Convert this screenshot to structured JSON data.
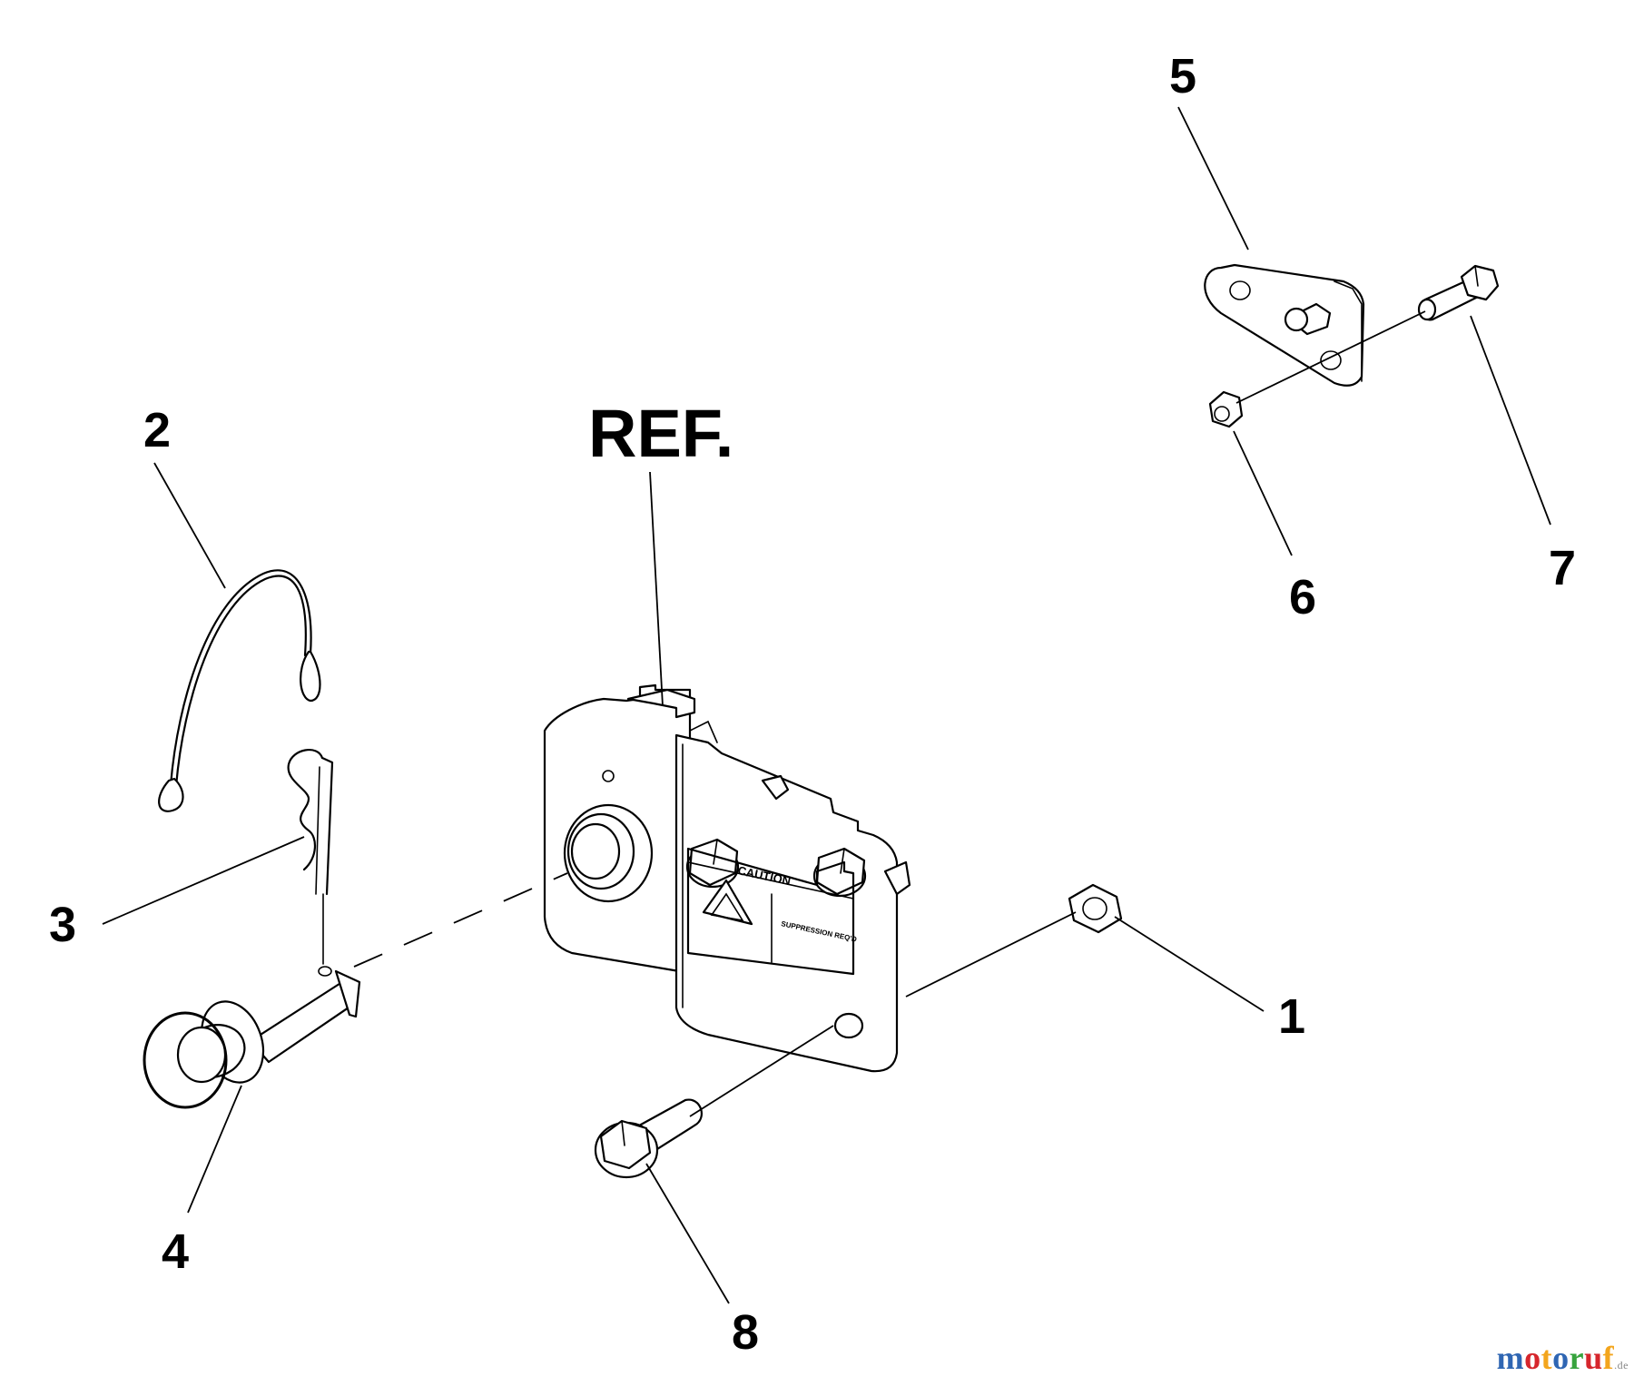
{
  "diagram": {
    "reference_label": "REF.",
    "callouts": [
      "1",
      "2",
      "3",
      "4",
      "5",
      "6",
      "7",
      "8"
    ],
    "decal": {
      "caution_text": "CAUTION",
      "fine_print": "SUPPRESSION REQ'D"
    }
  },
  "watermark": {
    "letters": [
      "m",
      "o",
      "t",
      "o",
      "r",
      "u",
      "f"
    ],
    "colors": [
      "#2f66b3",
      "#d6262c",
      "#f3a51d",
      "#2f66b3",
      "#37a33d",
      "#d6262c",
      "#f3a51d"
    ],
    "suffix": ".de"
  }
}
